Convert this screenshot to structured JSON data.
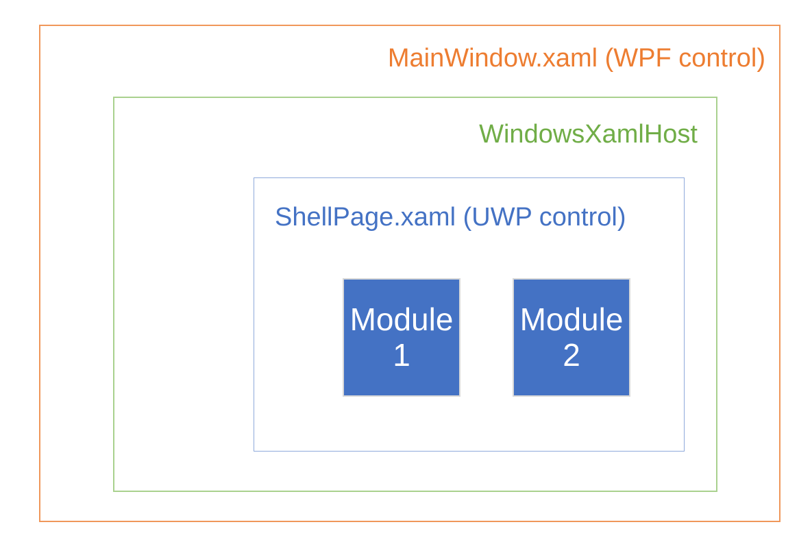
{
  "diagram": {
    "mainwindow": {
      "label": "MainWindow.xaml (WPF control)"
    },
    "xamlhost": {
      "label": "WindowsXamlHost"
    },
    "shellpage": {
      "label": "ShellPage.xaml (UWP control)"
    },
    "modules": [
      {
        "name": "Module",
        "number": "1"
      },
      {
        "name": "Module",
        "number": "2"
      }
    ]
  },
  "colors": {
    "background": "#FFFFFF",
    "orange_border": "#F0975A",
    "orange_text": "#ED7D31",
    "green_border": "#A9D18E",
    "green_text": "#70AD47",
    "blue_border": "#8EA9DB",
    "blue_text": "#4472C4",
    "module_fill": "#4472C4",
    "module_border": "#D8D8D8",
    "module_text": "#FFFFFF"
  }
}
